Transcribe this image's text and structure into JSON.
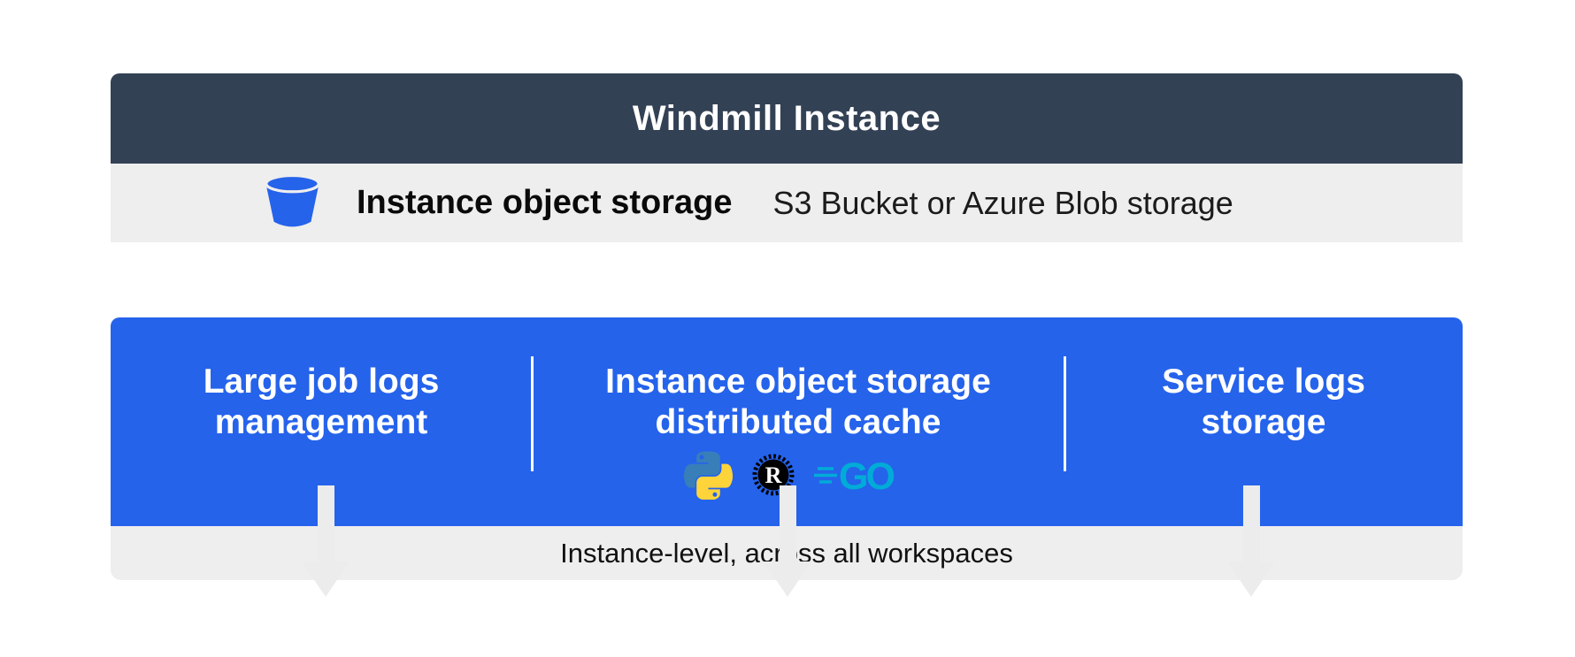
{
  "header": {
    "title": "Windmill Instance"
  },
  "subheader": {
    "icon": "bucket-icon",
    "title": "Instance object storage",
    "subtitle": "S3 Bucket or Azure Blob storage"
  },
  "columns": [
    {
      "lines": [
        "Large job logs",
        "management"
      ]
    },
    {
      "lines": [
        "Instance object storage",
        "distributed cache"
      ],
      "tech_icons": [
        "python-icon",
        "rust-icon",
        "go-icon"
      ]
    },
    {
      "lines": [
        "Service logs",
        "storage"
      ]
    }
  ],
  "tech": {
    "python": "Python",
    "rust": "Rust",
    "rust_letter": "R",
    "go": "Go",
    "go_label": "GO"
  },
  "footer": {
    "caption": "Instance-level, across all workspaces"
  },
  "colors": {
    "header_bg": "#334155",
    "accent_blue": "#2563eb",
    "panel_gray": "#efeeee",
    "arrow_gray": "#ececec",
    "python_blue": "#387EB8",
    "python_yellow": "#FFD43B",
    "rust_black": "#000000",
    "go_teal": "#00ACD7"
  }
}
